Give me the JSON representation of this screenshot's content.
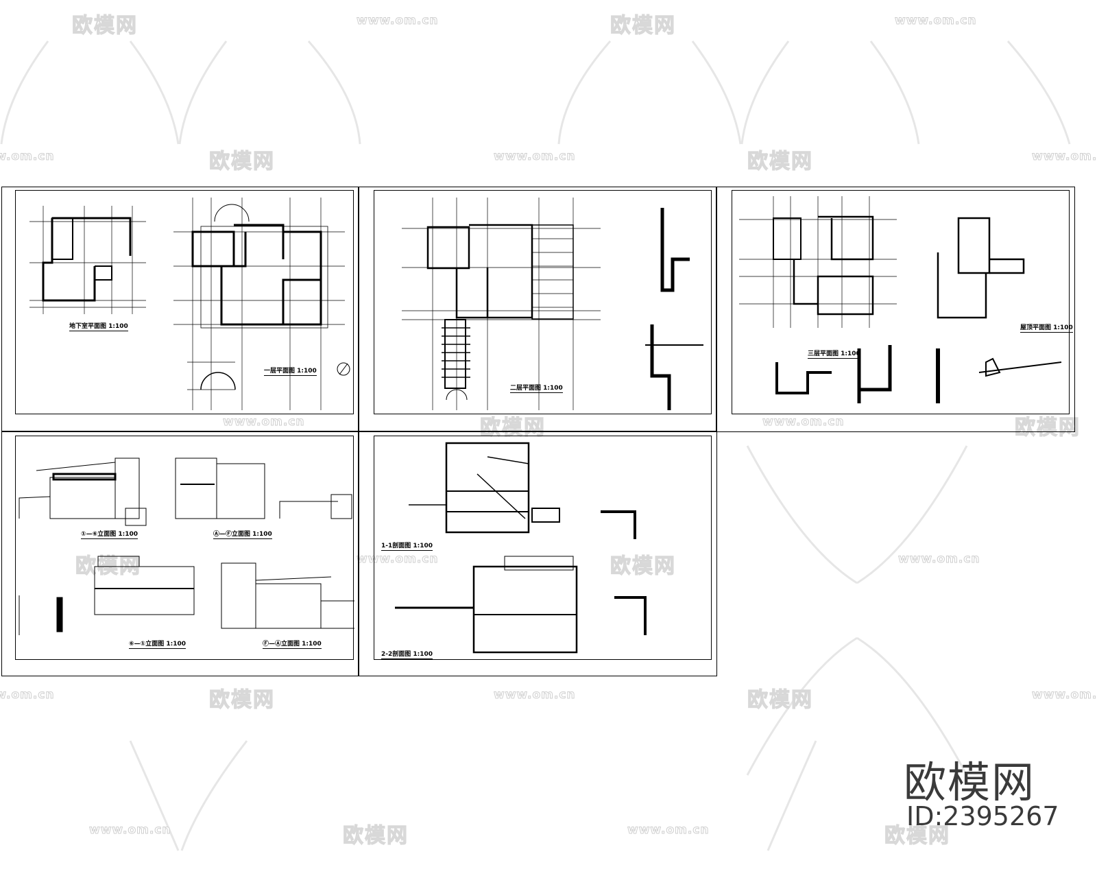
{
  "watermark": {
    "logo_text": "欧模网",
    "url_text": "www.om.cn",
    "color": "#d8d8d8"
  },
  "brand": {
    "name": "欧模网",
    "id_label": "ID:2395267",
    "color": "#3a3a3a"
  },
  "sheets": [
    {
      "id": "sheet-1",
      "drawings": [
        {
          "title": "地下室平面图",
          "scale": "1:100"
        },
        {
          "title": "一层平面图",
          "scale": "1:100"
        }
      ]
    },
    {
      "id": "sheet-2",
      "drawings": [
        {
          "title": "二层平面图",
          "scale": "1:100"
        }
      ]
    },
    {
      "id": "sheet-3",
      "drawings": [
        {
          "title": "三层平面图",
          "scale": "1:100"
        },
        {
          "title": "屋顶平面图",
          "scale": "1:100"
        }
      ]
    },
    {
      "id": "sheet-4",
      "drawings": [
        {
          "title": "①—⑥立面图",
          "scale": "1:100"
        },
        {
          "title": "Ⓐ—Ⓕ立面图",
          "scale": "1:100"
        },
        {
          "title": "⑥—①立面图",
          "scale": "1:100"
        },
        {
          "title": "Ⓕ—Ⓐ立面图",
          "scale": "1:100"
        }
      ]
    },
    {
      "id": "sheet-5",
      "drawings": [
        {
          "title": "1-1剖面图",
          "scale": "1:100"
        },
        {
          "title": "2-2剖面图",
          "scale": "1:100"
        }
      ]
    }
  ]
}
